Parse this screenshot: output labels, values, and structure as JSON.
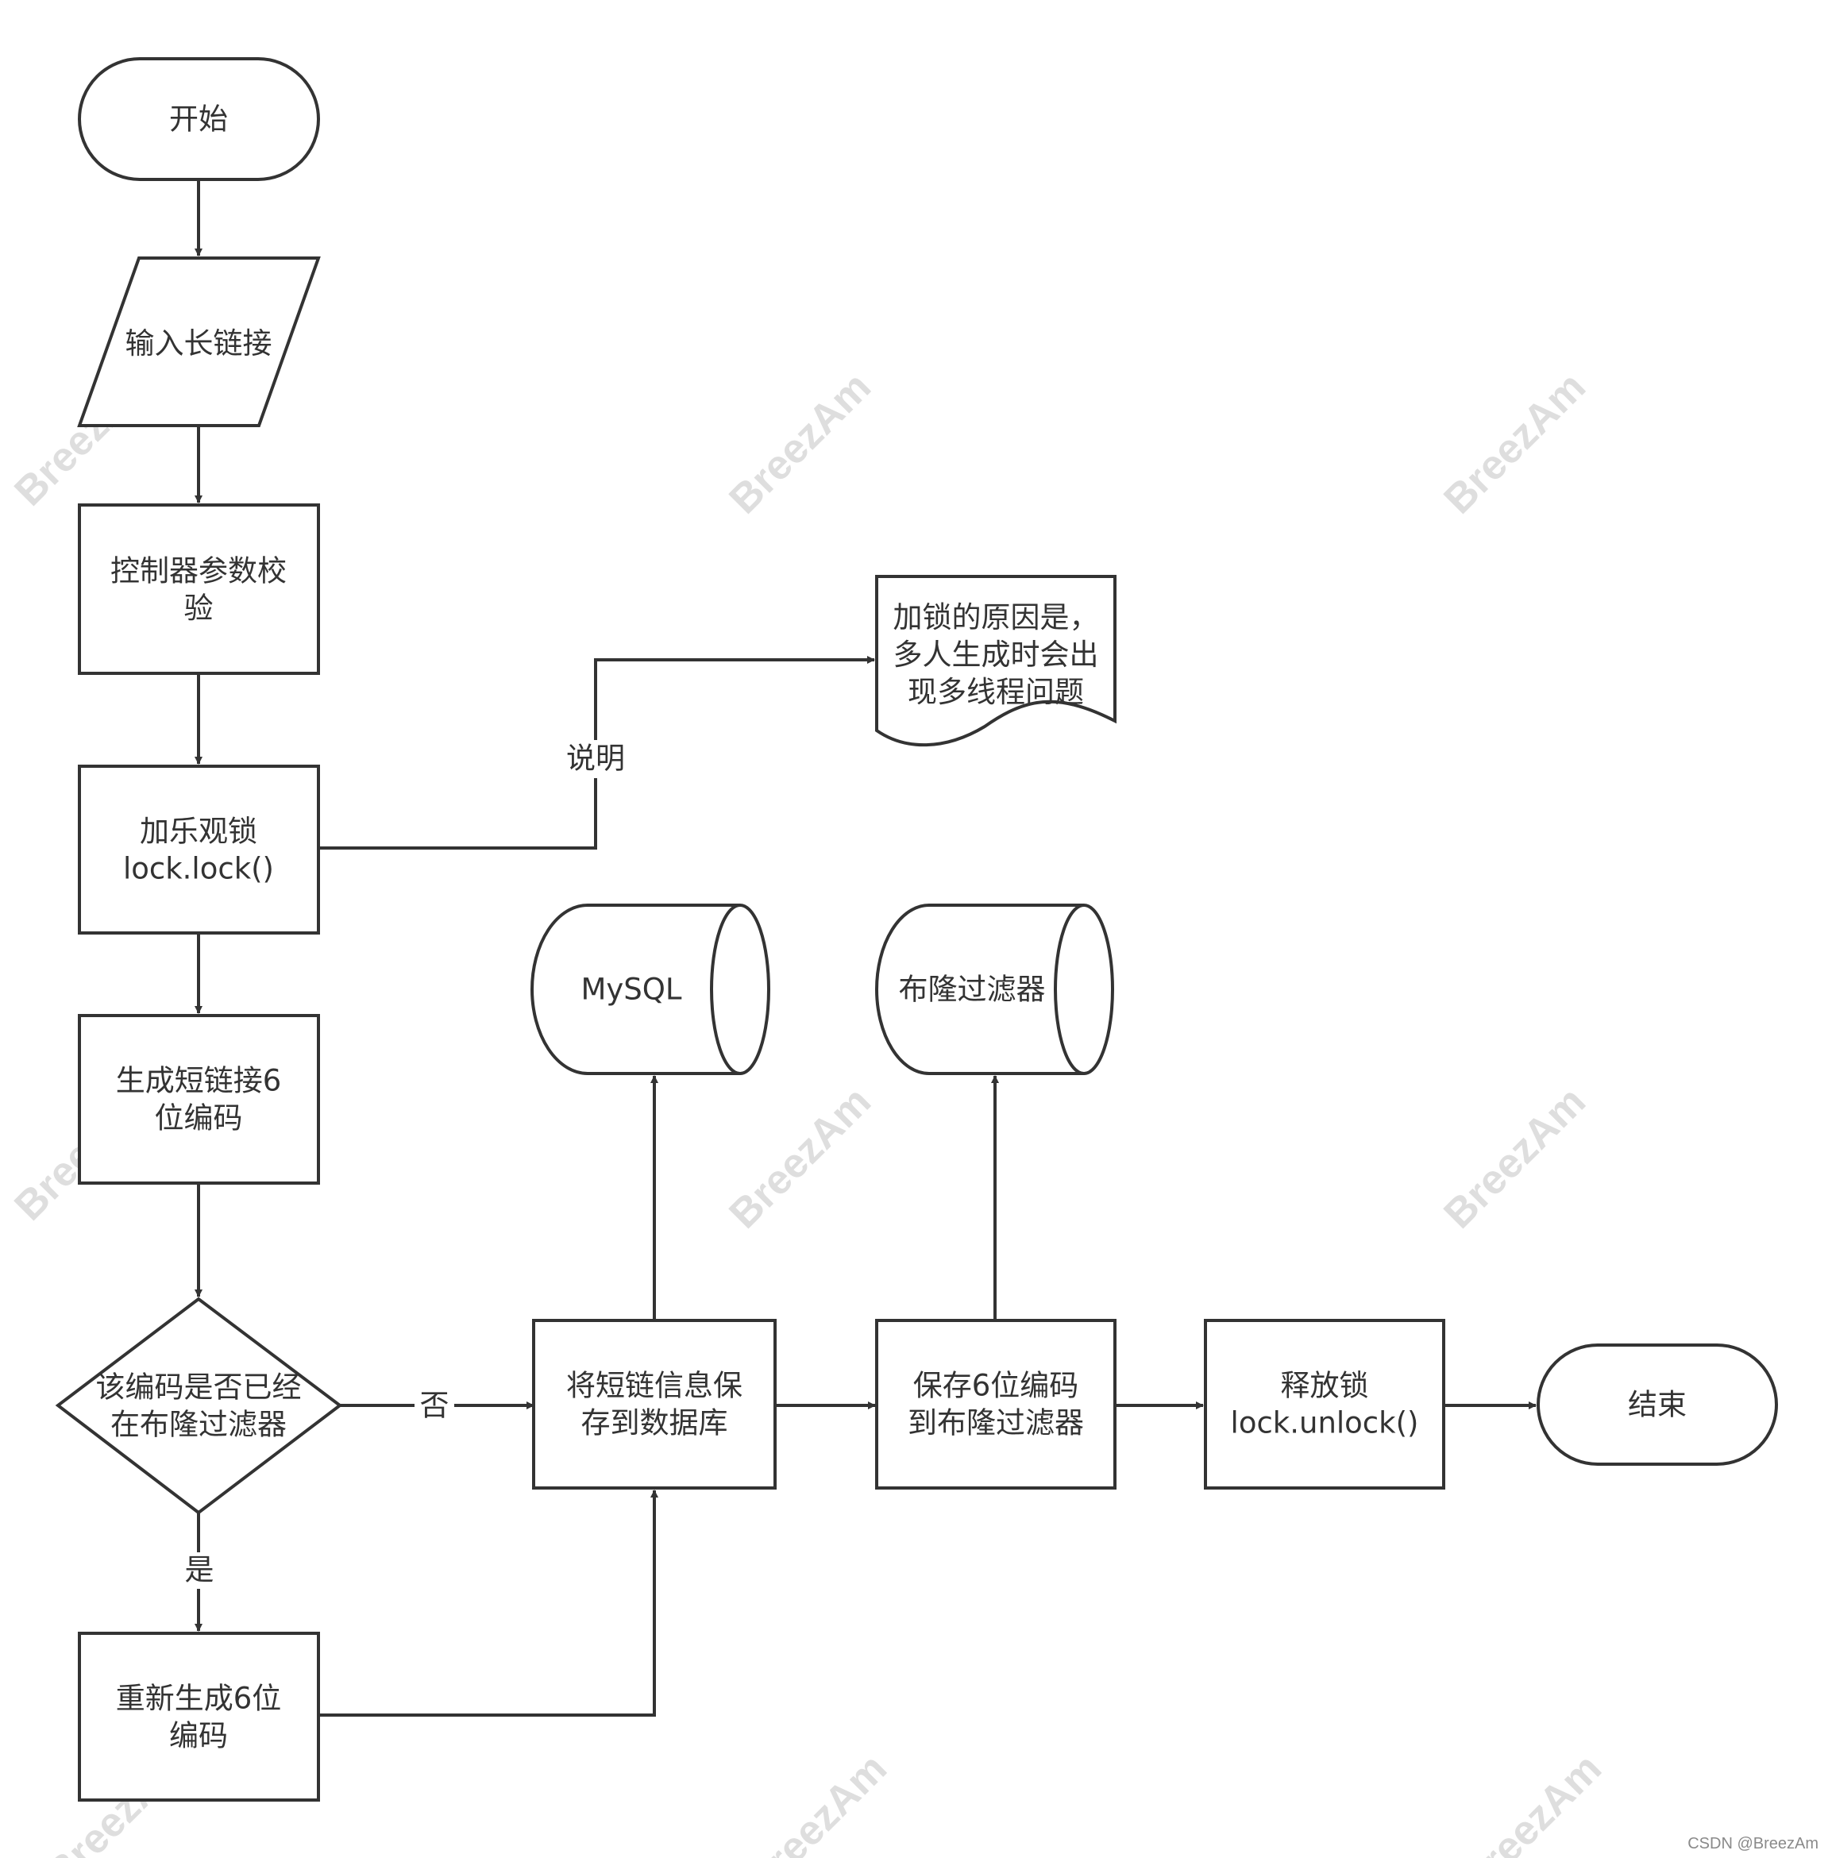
{
  "nodes": {
    "start": "开始",
    "input": [
      "输入长链接"
    ],
    "validate": [
      "控制器参数校",
      "验"
    ],
    "lock": [
      "加乐观锁",
      "lock.lock()"
    ],
    "note": [
      "加锁的原因是，",
      "多人生成时会出",
      "现多线程问题"
    ],
    "generate": [
      "生成短链接6",
      "位编码"
    ],
    "decision": [
      "该编码是否已经",
      "在布隆过滤器"
    ],
    "regenerate": [
      "重新生成6位",
      "编码"
    ],
    "save_db": [
      "将短链信息保",
      "存到数据库"
    ],
    "mysql": "MySQL",
    "save_bloom": [
      "保存6位编码",
      "到布隆过滤器"
    ],
    "bloom_store": "布隆过滤器",
    "unlock": [
      "释放锁",
      "lock.unlock()"
    ],
    "end": "结束"
  },
  "edges": {
    "note_label": "说明",
    "no_label": "否",
    "yes_label": "是"
  },
  "watermark": "BreezAm",
  "credit": "CSDN @BreezAm"
}
